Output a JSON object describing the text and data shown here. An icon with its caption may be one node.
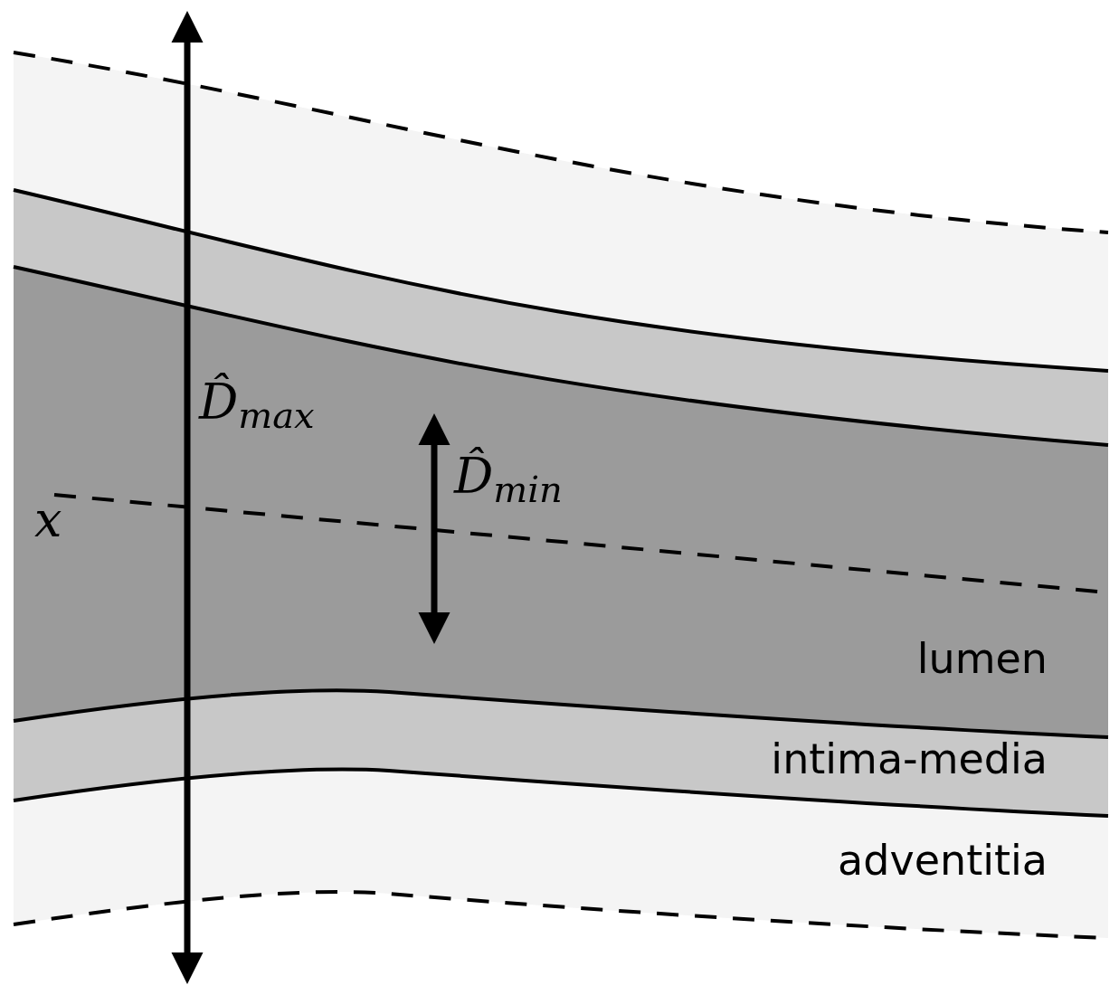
{
  "diagram": {
    "labels": [
      "D̂$_{max}$",
      "D̂$_{min}$",
      "x",
      "lumen",
      "intima-media",
      "adventitia"
    ]
  }
}
